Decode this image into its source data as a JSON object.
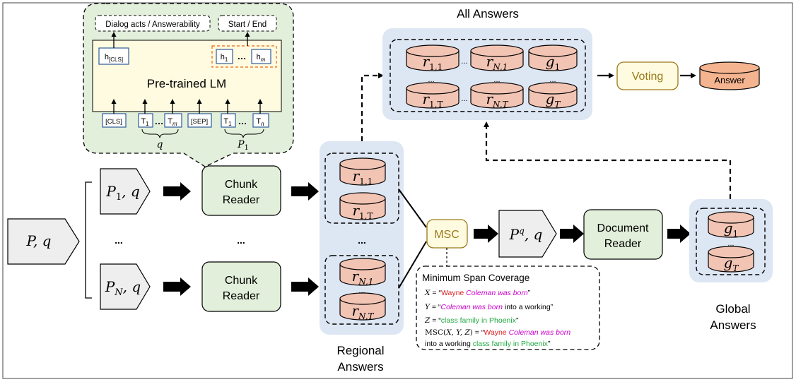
{
  "lm_panel": {
    "dialog_acts": "Dialog acts / Answerability",
    "start_end": "Start / End",
    "h_cls_base": "h",
    "h_cls_sub": "[CLS]",
    "h1_base": "h",
    "h1_sub": "1",
    "hm_base": "h",
    "hm_sub": "m",
    "dots": "…",
    "lm_label": "Pre-trained LM",
    "tok_cls": "[CLS]",
    "tok_sep": "[SEP]",
    "t_base": "T",
    "t1_sub": "1",
    "tm_sub": "m",
    "tn_sub": "n",
    "q_label": "q",
    "p1_base": "P",
    "p1_sub": "1"
  },
  "input": {
    "pq_p": "P",
    "pq_rest": ", q",
    "vdots": "..."
  },
  "chunks": {
    "p1_base": "P",
    "p1_sub": "1",
    "p1_rest": ", q",
    "pn_base": "P",
    "pn_sub": "N",
    "pn_rest": ", q",
    "reader_line1": "Chunk",
    "reader_line2": "Reader",
    "vdots": "..."
  },
  "regional": {
    "r_base": "r",
    "s11": "1,1",
    "s1t": "1,T",
    "sn1": "N,1",
    "snt": "N,T",
    "dots": "...",
    "label_line1": "Regional",
    "label_line2": "Answers"
  },
  "all_answers": {
    "title": "All Answers",
    "r_base": "r",
    "g_base": "g",
    "s11": "1,1",
    "sn1": "N,1",
    "s1": "1",
    "s1t": "1,T",
    "snt": "N,T",
    "sT": "T",
    "dots": "..."
  },
  "voting": "Voting",
  "answer": "Answer",
  "msc": {
    "label": "MSC",
    "title": "Minimum Span Coverage",
    "x_var": "X",
    "y_var": "Y",
    "z_var": "Z",
    "eq": " = ",
    "q_open": "“",
    "q_close": "”",
    "wayne": "Wayne",
    "coleman": "Coleman was born",
    "into_working": "into a working",
    "class_family": "class family in Phoenix",
    "msc_fn": "MSC(",
    "args": "X, Y, Z",
    "close_paren": ")"
  },
  "pq_block": {
    "p": "P",
    "sup": "q",
    "rest": ", q"
  },
  "doc_reader": {
    "line1": "Document",
    "line2": "Reader"
  },
  "global": {
    "g_base": "g",
    "s1": "1",
    "sT": "T",
    "dots": "...",
    "label_line1": "Global",
    "label_line2": "Answers"
  },
  "colors": {
    "cylinder": "#f2c4b4",
    "panel_blue": "#dde6f3",
    "panel_green": "#e2efda",
    "box_green": "#e2efda",
    "box_yellow": "#fffbe0",
    "gold": "#9c7a17",
    "orange_dash": "#ed7d31",
    "red": "#e02020",
    "magenta": "#cc00cc",
    "green_text": "#22aa44"
  }
}
